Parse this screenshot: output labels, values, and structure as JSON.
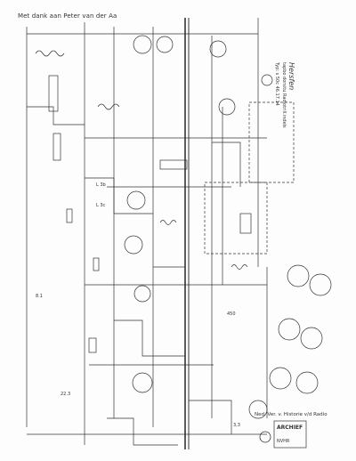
{
  "credit": "Met dank aan Peter van der Aa",
  "title_block": {
    "brand": "Hersfen",
    "lines": [
      "tapbo dorsitu Radiotrill.indels",
      "Typ: s 50c 46.17.14"
    ]
  },
  "stamp": {
    "org": "Ned. Ver. v. Historie v/d Radio",
    "lines": [
      "ARCHIEF",
      "NVHR"
    ]
  },
  "labels": {
    "l1": "L 3b",
    "l2": "L 3c",
    "l3": "8.1",
    "l4": "22.3",
    "l5": "450",
    "l6": "3,3"
  }
}
